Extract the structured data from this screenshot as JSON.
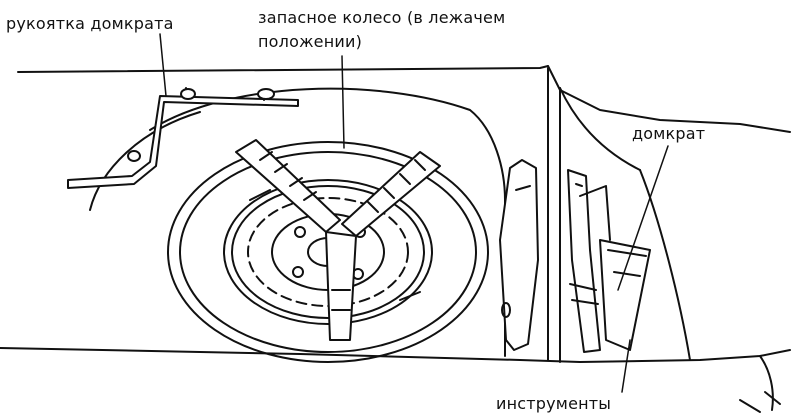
{
  "labels": {
    "jack_handle": "рукоятка домкрата",
    "spare_wheel_line1": "запасное колесо (в лежачем",
    "spare_wheel_line2": "положении)",
    "jack": "домкрат",
    "tools": "инструменты"
  },
  "colors": {
    "ink": "#111111",
    "background": "#ffffff"
  }
}
